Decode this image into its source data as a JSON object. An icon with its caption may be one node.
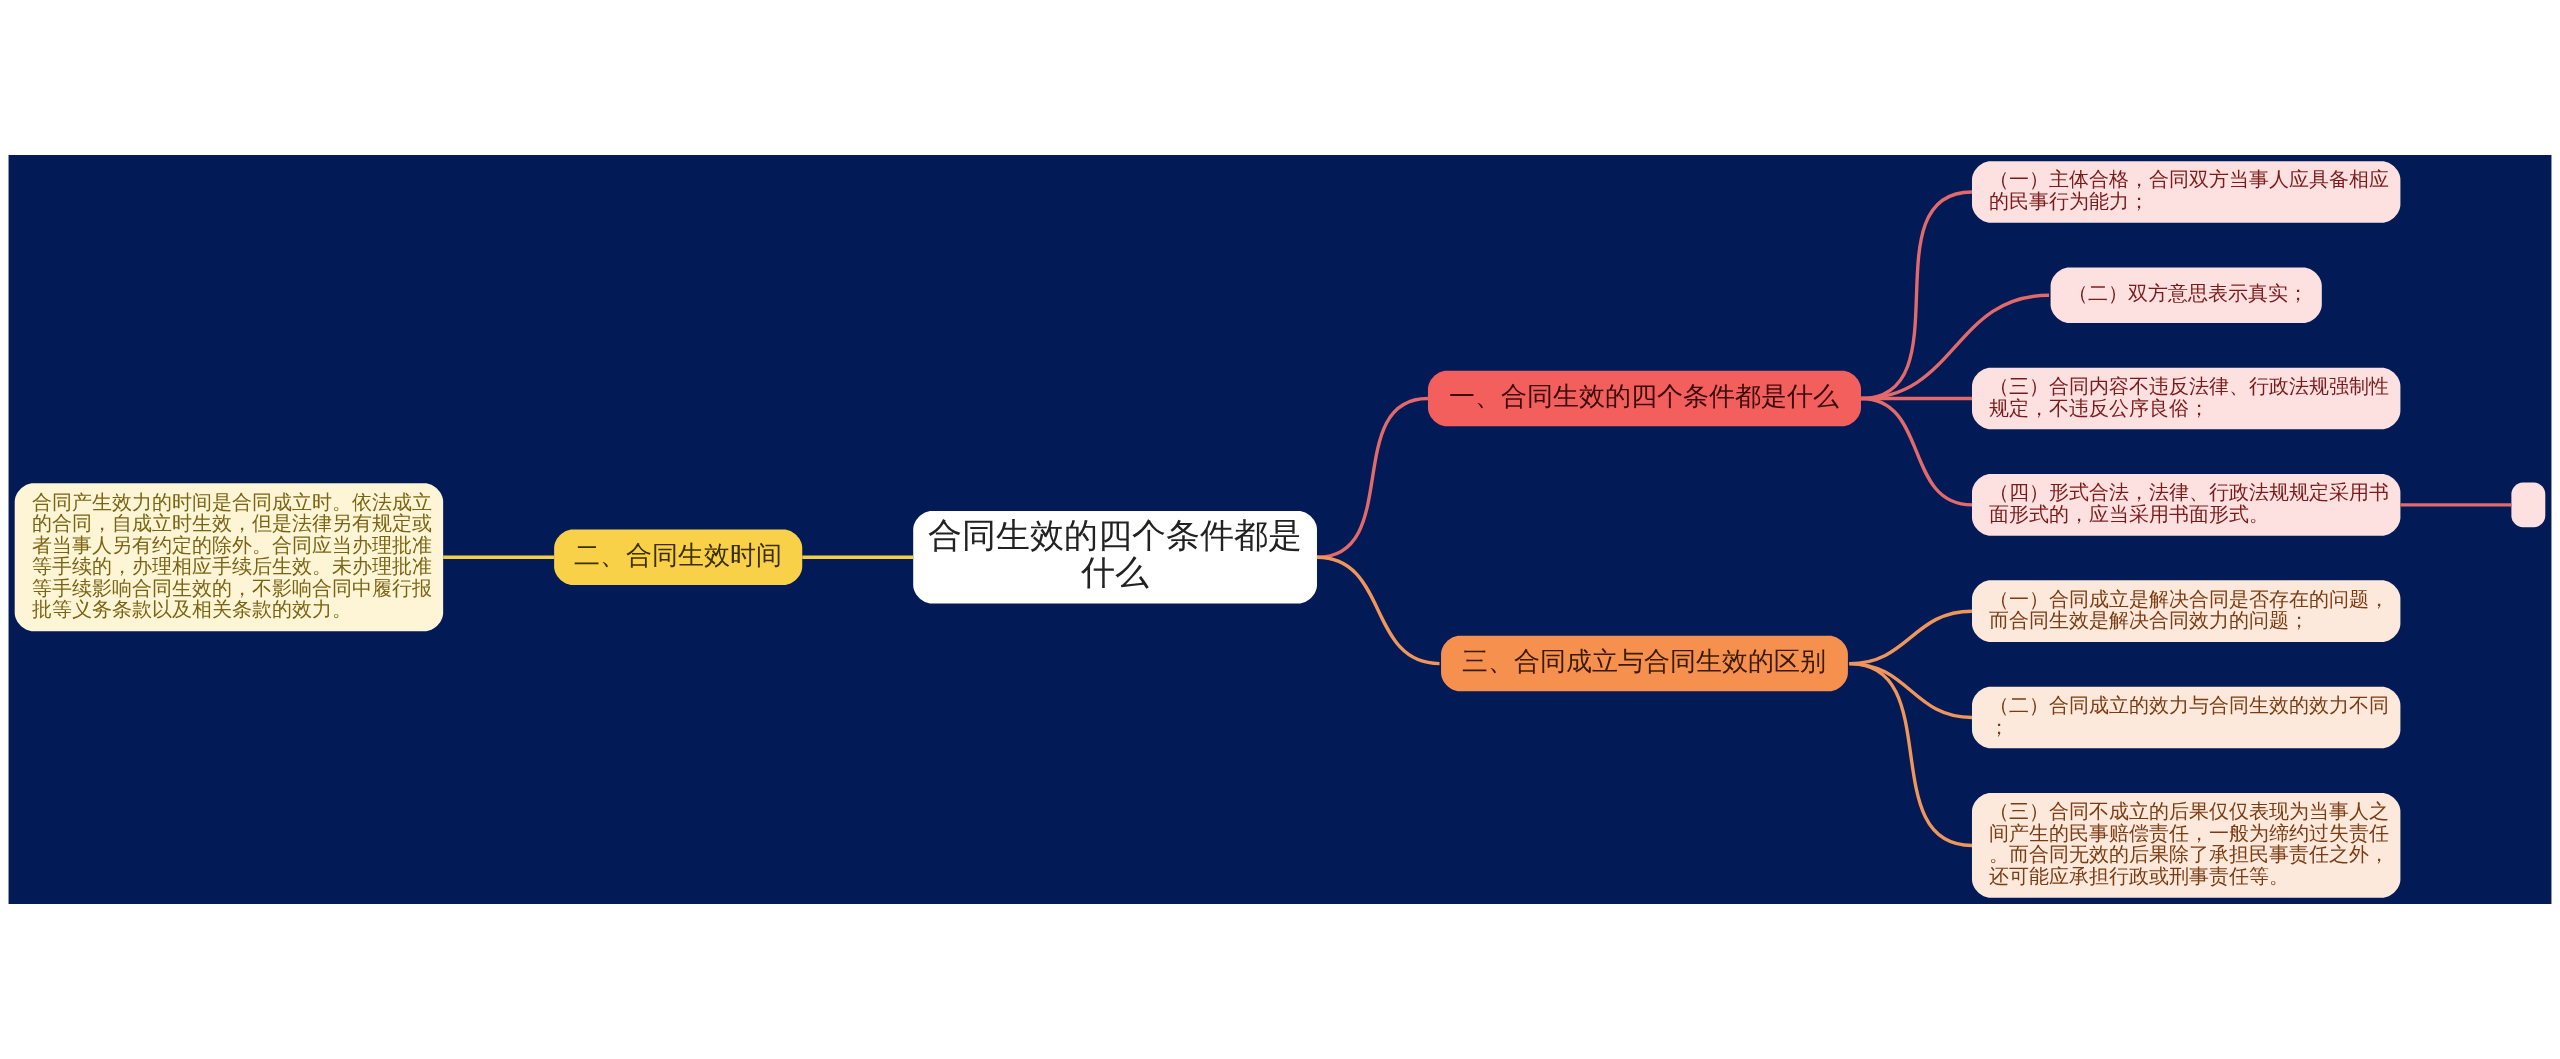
{
  "diagram": {
    "nodes": [
      {
        "text": [
          "合同生效的四个条件都是什么"
        ]
      },
      {
        "text": [
          "一、合同生效的四个条件都是什么"
        ]
      },
      {
        "text": [
          "（一）主体合格，合同双方当事人应具备相应的民事行为能力；"
        ]
      },
      {
        "text": [
          "（二）双方意思表示真实；"
        ]
      },
      {
        "text": [
          "（三）合同内容不违反法律、行政法规强制性规定，不违反公序良俗；"
        ]
      },
      {
        "text": [
          "（四）形式合法，法律、行政法规规定采用书面形式的，应当采用书面形式。"
        ]
      },
      {
        "text": [],
        "shape": "box"
      },
      {
        "text": [
          "二、合同生效时间"
        ]
      },
      {
        "text": [
          "合同产生效力的时间是合同成立时。依法成立的合同，自成立时生效，但是法律另有规定或者当事人另有约定的除外。合同应当办理批准等手续的，办理相应手续后生效。未办理批准等手续影响合同生效的，不影响合同中履行报批等义务条款以及相关条款的效力。"
        ]
      },
      {
        "text": [
          "三、合同成立与合同生效的区别"
        ]
      },
      {
        "text": [
          "（一）合同成立是解决合同是否存在的问题，而合同生效是解决合同效力的问题；"
        ]
      },
      {
        "text": [
          "（二）合同成立的效力与合同生效的效力不同；"
        ]
      },
      {
        "text": [
          "（三）合同不成立的后果仅仅表现为当事人之间产生的民事赔偿责任，一般为缔约过失责任。而合同无效的后果除了承担民事责任之外，还可能应承担行政或刑事责任等。"
        ]
      }
    ],
    "edges": [
      {
        "from": 0,
        "to": 1,
        "arrow": "none"
      },
      {
        "from": 1,
        "to": 2,
        "arrow": "none"
      },
      {
        "from": 1,
        "to": 3,
        "arrow": "none"
      },
      {
        "from": 1,
        "to": 4,
        "arrow": "none"
      },
      {
        "from": 1,
        "to": 5,
        "arrow": "none"
      },
      {
        "from": 5,
        "to": 6,
        "arrow": "none"
      },
      {
        "from": 0,
        "to": 7,
        "arrow": "none",
        "color": "#f5cf45"
      },
      {
        "from": 7,
        "to": 8,
        "arrow": "none",
        "color": "#f5cf45"
      },
      {
        "from": 0,
        "to": 9,
        "arrow": "none",
        "color": "#f0965a"
      },
      {
        "from": 9,
        "to": 10,
        "arrow": "none",
        "color": "#f0965a"
      },
      {
        "from": 9,
        "to": 11,
        "arrow": "none",
        "color": "#f0965a"
      },
      {
        "from": 9,
        "to": 12,
        "arrow": "none",
        "color": "#f0965a"
      }
    ]
  }
}
